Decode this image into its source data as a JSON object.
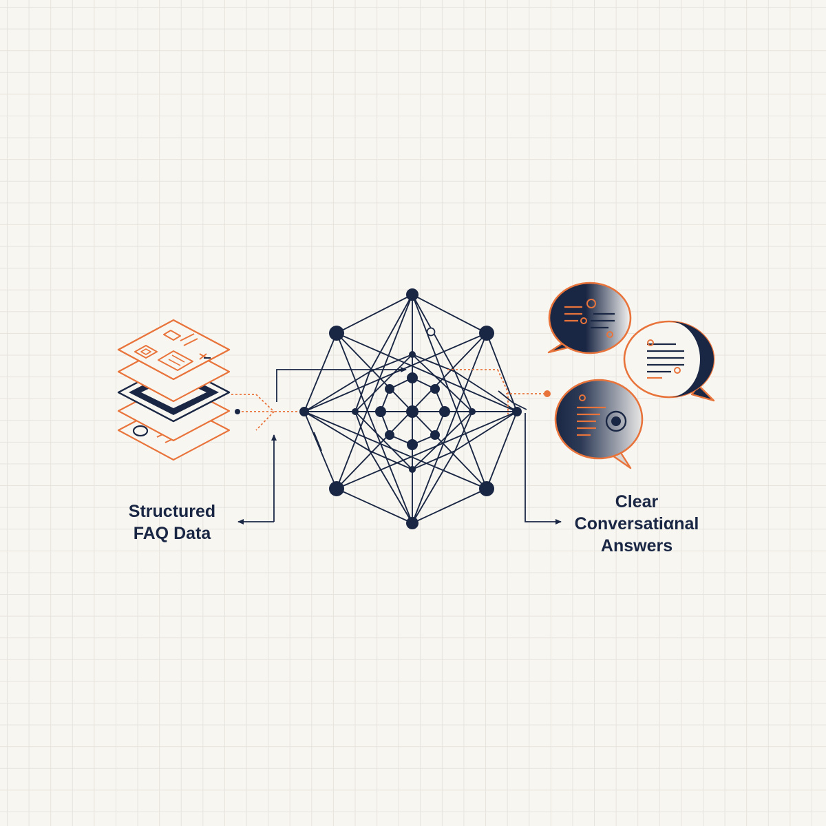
{
  "colors": {
    "background": "#f8f6f1",
    "grid": "#e6e3dd",
    "navy": "#1a2744",
    "orange": "#e8743b"
  },
  "icons": {
    "input": "stacked-document-layers-icon",
    "processor": "network-graph-icon",
    "output": "speech-bubbles-icon"
  },
  "labels": {
    "input": {
      "line1": "Structured",
      "line2": "FAQ Data"
    },
    "output": {
      "line1": "Clear",
      "line2": "Conversatiαnal",
      "line3": "Answers"
    }
  }
}
